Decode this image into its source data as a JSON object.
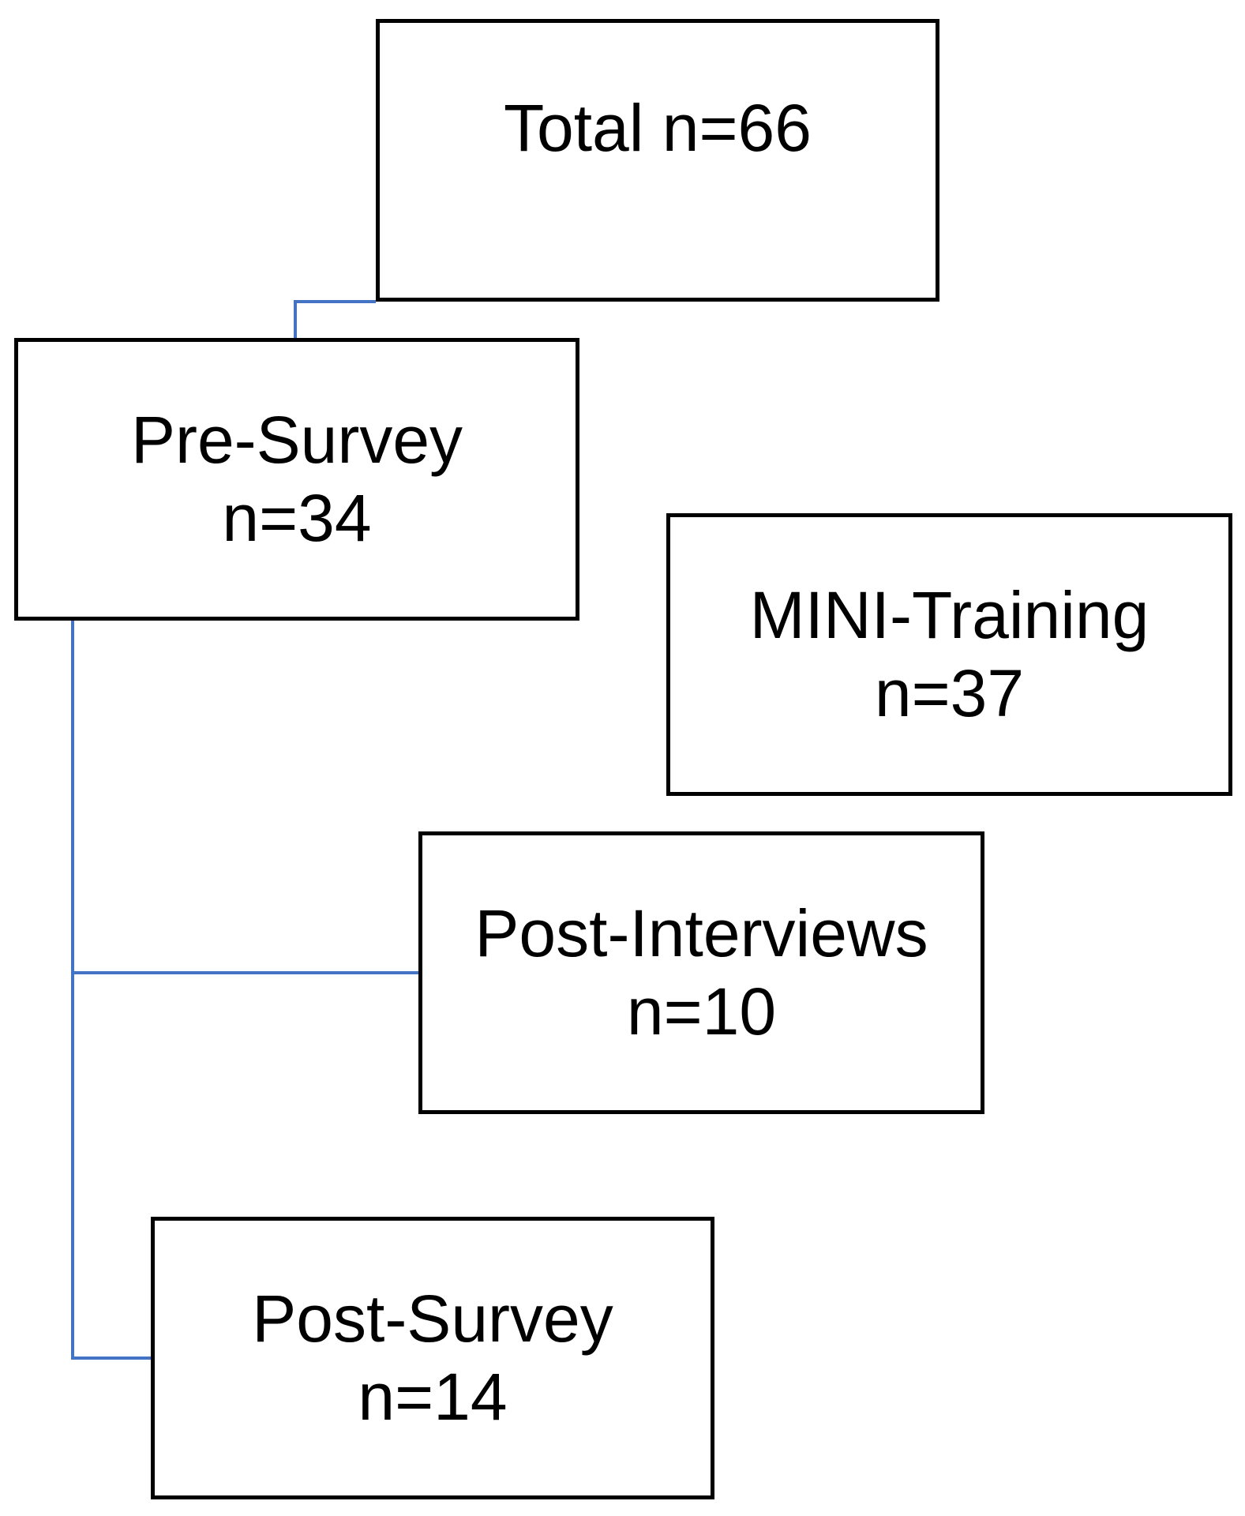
{
  "colors": {
    "box_border": "#000000",
    "connector": "#4472C4",
    "background": "#ffffff"
  },
  "nodes": {
    "total": {
      "line1": "Total n=66"
    },
    "pre_survey": {
      "line1": "Pre-Survey",
      "line2": "n=34"
    },
    "mini_training": {
      "line1": "MINI-Training",
      "line2": "n=37"
    },
    "post_interviews": {
      "line1": "Post-Interviews",
      "line2": "n=10"
    },
    "post_survey": {
      "line1": "Post-Survey",
      "line2": "n=14"
    }
  }
}
